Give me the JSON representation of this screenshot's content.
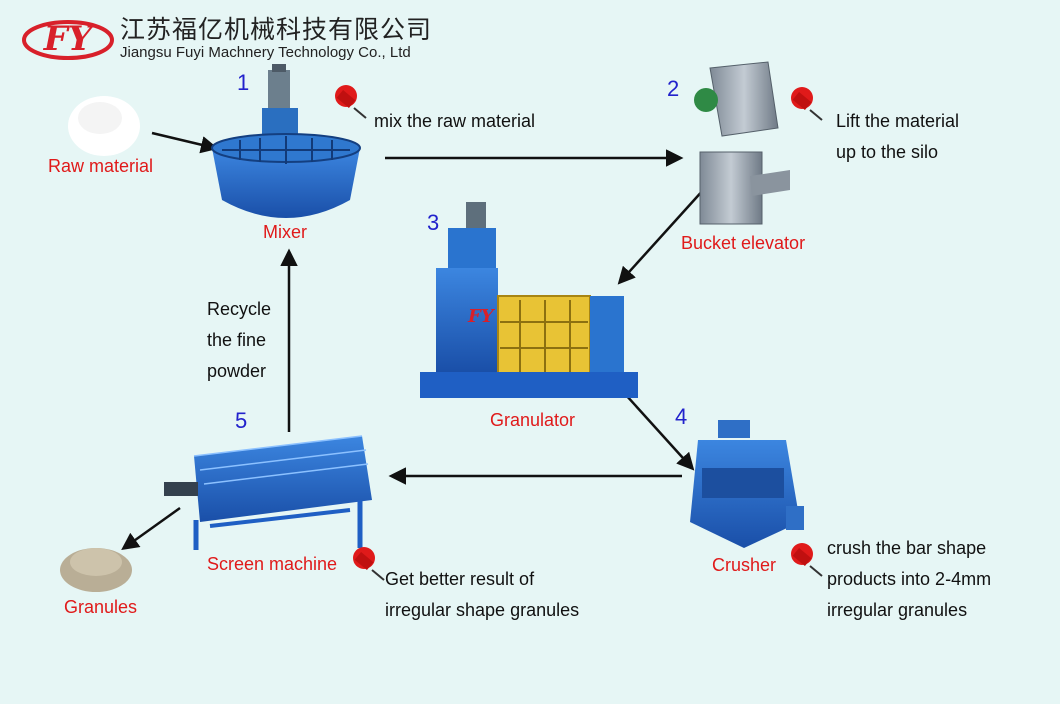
{
  "header": {
    "logo_text": "FY",
    "company_cn": "江苏福亿机械科技有限公司",
    "company_en": "Jiangsu Fuyi Machnery Technology Co., Ltd"
  },
  "colors": {
    "accent_red": "#e01a1a",
    "step_blue": "#2222cc",
    "machine_blue": "#1f5fc4",
    "background": "#e6f6f5"
  },
  "steps": [
    {
      "number": "1",
      "label": "Mixer",
      "note_lines": [
        "mix the raw material"
      ]
    },
    {
      "number": "2",
      "label": "Bucket elevator",
      "note_lines": [
        "Lift the material",
        "up to the silo"
      ]
    },
    {
      "number": "3",
      "label": "Granulator",
      "note_lines": []
    },
    {
      "number": "4",
      "label": "Crusher",
      "note_lines": [
        "crush the bar shape",
        "products into 2-4mm",
        "irregular granules"
      ]
    },
    {
      "number": "5",
      "label": "Screen machine",
      "note_lines": [
        "Get better result of",
        "irregular shape granules"
      ]
    }
  ],
  "raw_material": {
    "label": "Raw material"
  },
  "granules": {
    "label": "Granules"
  },
  "recycle_lines": [
    "Recycle",
    "the fine",
    "powder"
  ],
  "pin_icon": "pushpin-icon"
}
